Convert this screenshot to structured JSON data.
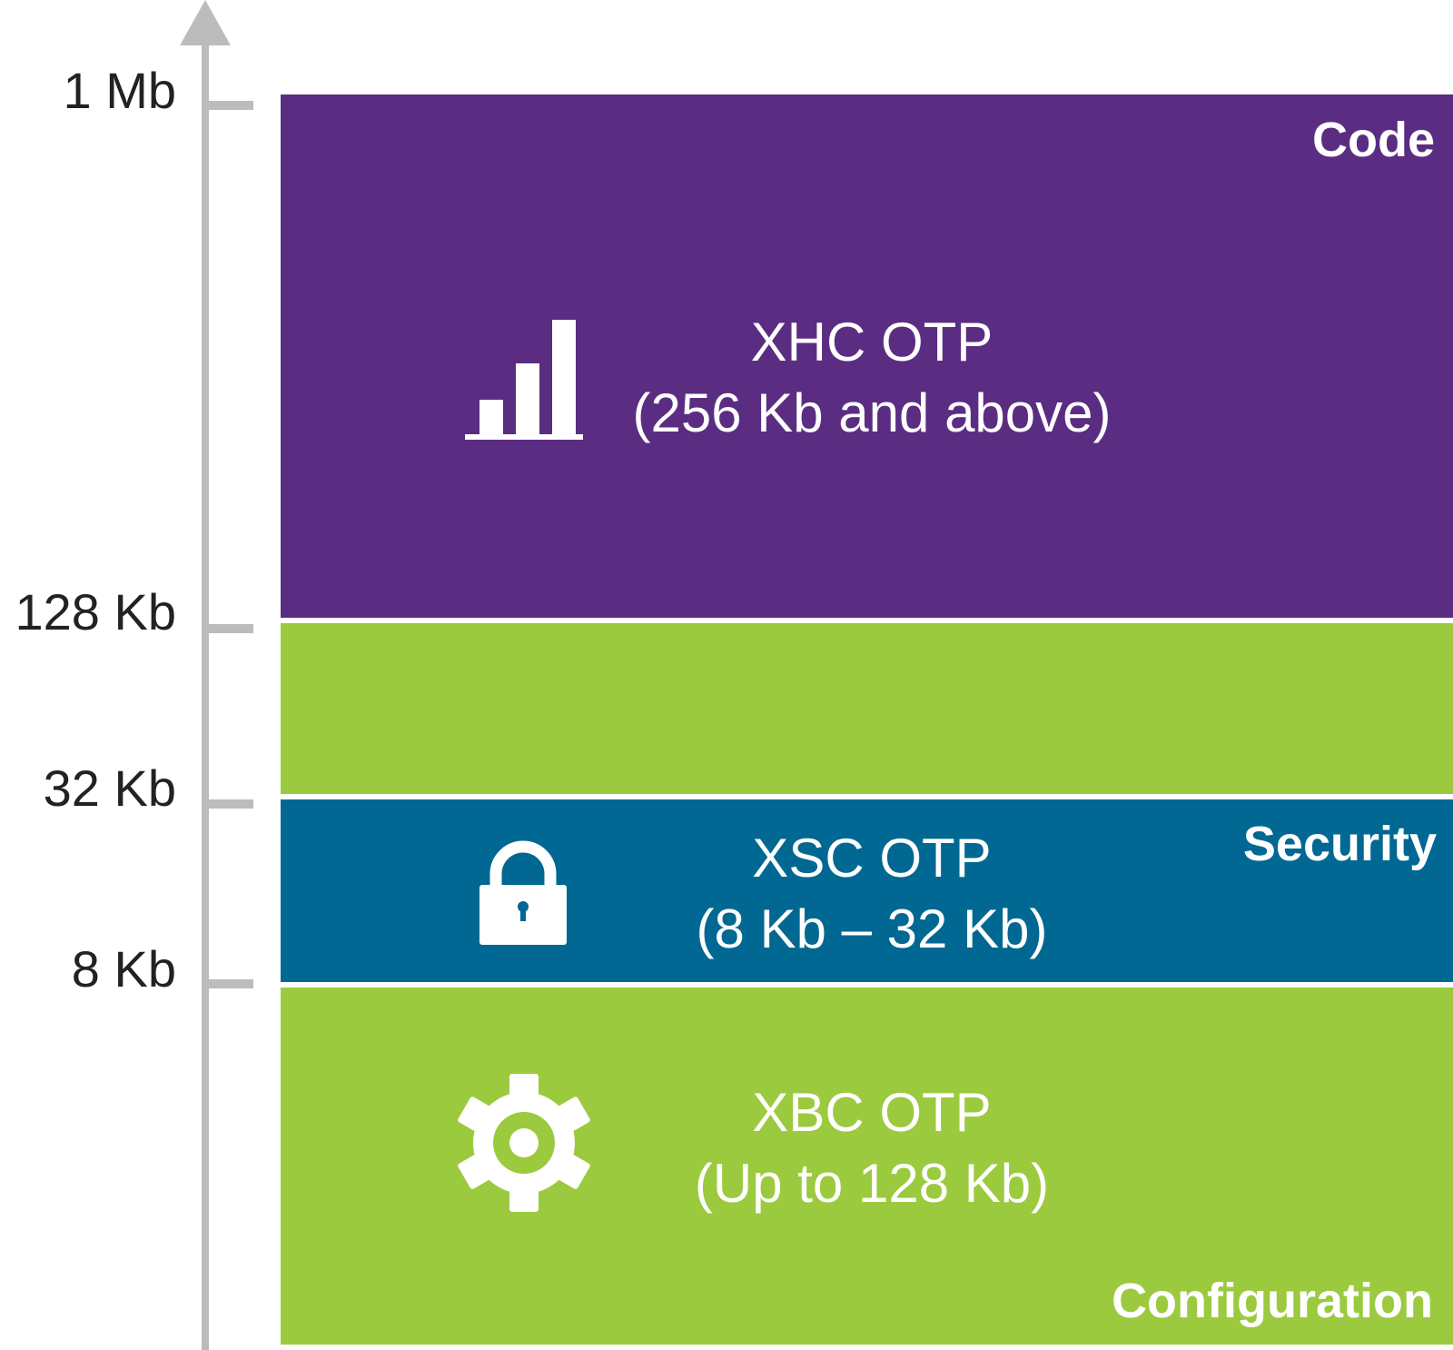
{
  "axis": {
    "ticks": [
      "1 Mb",
      "128 Kb",
      "32 Kb",
      "8 Kb"
    ]
  },
  "bands": {
    "code": {
      "corner_label": "Code",
      "name": "XHC OTP",
      "range": "(256 Kb and above)",
      "color": "#5a2d82",
      "icon": "bar-chart-icon"
    },
    "middle": {
      "color": "#9bca3f"
    },
    "security": {
      "corner_label": "Security",
      "name": "XSC OTP",
      "range": "(8 Kb – 32 Kb)",
      "color": "#006892",
      "icon": "lock-icon"
    },
    "configuration": {
      "corner_label": "Configuration",
      "name": "XBC OTP",
      "range": "(Up to 128 Kb)",
      "color": "#9bca3f",
      "icon": "gear-icon"
    }
  }
}
